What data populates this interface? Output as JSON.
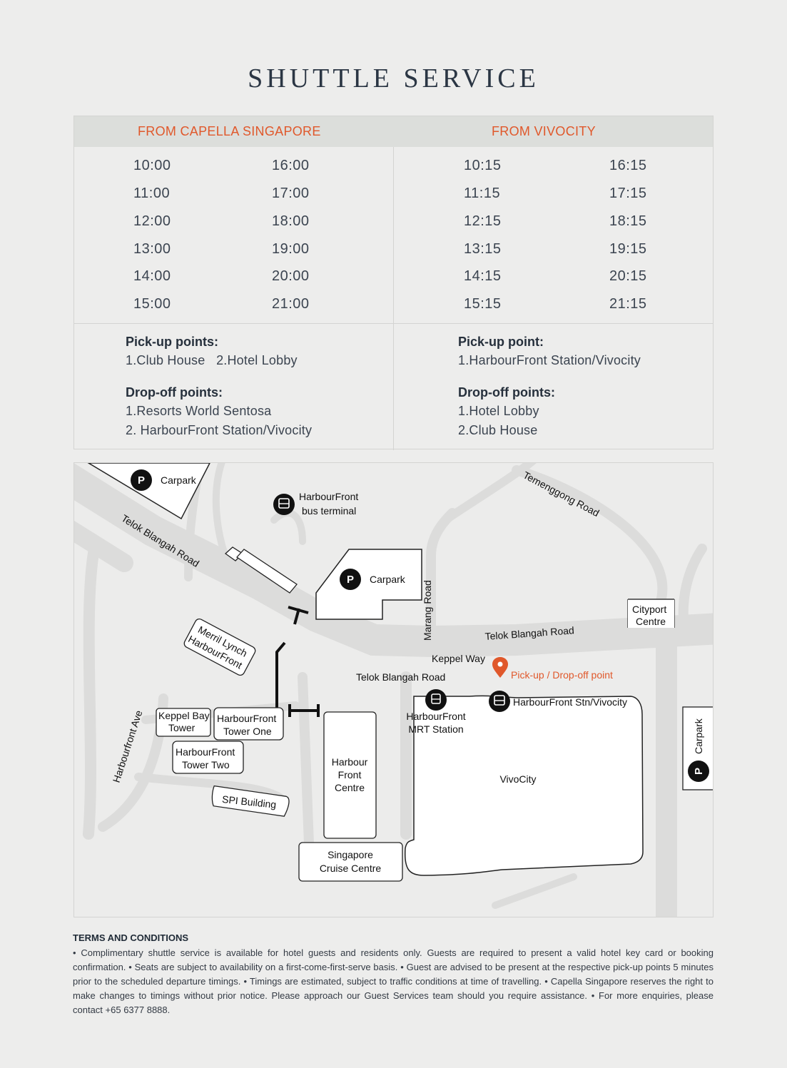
{
  "title": "SHUTTLE SERVICE",
  "schedule": {
    "left": {
      "header": "FROM CAPELLA SINGAPORE",
      "times_col1": [
        "10:00",
        "11:00",
        "12:00",
        "13:00",
        "14:00",
        "15:00"
      ],
      "times_col2": [
        "16:00",
        "17:00",
        "18:00",
        "19:00",
        "20:00",
        "21:00"
      ],
      "pickup_heading": "Pick-up points:",
      "pickup_lines": [
        "1.Club House   2.Hotel Lobby"
      ],
      "dropoff_heading": "Drop-off points:",
      "dropoff_lines": [
        "1.Resorts World Sentosa",
        "2. HarbourFront Station/Vivocity"
      ]
    },
    "right": {
      "header": "FROM VIVOCITY",
      "times_col1": [
        "10:15",
        "11:15",
        "12:15",
        "13:15",
        "14:15",
        "15:15"
      ],
      "times_col2": [
        "16:15",
        "17:15",
        "18:15",
        "19:15",
        "20:15",
        "21:15"
      ],
      "pickup_heading": "Pick-up point:",
      "pickup_lines": [
        "1.HarbourFront Station/Vivocity"
      ],
      "dropoff_heading": "Drop-off points:",
      "dropoff_lines": [
        "1.Hotel Lobby",
        "2.Club House"
      ]
    }
  },
  "map": {
    "carpark_label": "Carpark",
    "parking_symbol": "P",
    "bus_terminal": [
      "HarbourFront",
      "bus terminal"
    ],
    "roads": {
      "telok_blangah": "Telok Blangah Road",
      "temenggong": "Temenggong Road",
      "marang": "Marang Road",
      "keppel": "Keppel Way",
      "harbourfront_ave": "Harbourfront Ave"
    },
    "buildings": {
      "cityport": [
        "Cityport",
        "Centre"
      ],
      "merril": [
        "Merril Lynch",
        "HarbourFront"
      ],
      "keppel_bay": [
        "Keppel Bay",
        "Tower"
      ],
      "tower_one": [
        "HarbourFront",
        "Tower One"
      ],
      "tower_two": [
        "HarbourFront",
        "Tower Two"
      ],
      "spi": "SPI Building",
      "hfc": [
        "Harbour",
        "Front",
        "Centre"
      ],
      "cruise": [
        "Singapore",
        "Cruise Centre"
      ],
      "vivocity": "VivoCity",
      "mrt": [
        "HarbourFront",
        "MRT Station"
      ]
    },
    "pickup_label": "Pick-up / Drop-off point",
    "stn_label": "HarbourFront Stn/Vivocity",
    "accent_color": "#e0582b",
    "icons": [
      "parking-icon",
      "bus-icon",
      "train-icon",
      "location-pin-icon"
    ]
  },
  "terms": {
    "heading": "TERMS AND CONDITIONS",
    "text": "• Complimentary shuttle service is available for hotel guests and residents only. Guests are required to present a valid hotel key card or booking confirmation. • Seats are subject to availability on a first-come-first-serve basis. • Guest are advised to be present at the respective pick-up points 5 minutes prior to the scheduled departure timings. • Timings are estimated, subject to traffic conditions at time of travelling. • Capella Singapore reserves the right to make changes to timings without prior notice. Please approach our Guest Services team should you require assistance. • For more enquiries, please contact +65 6377 8888."
  }
}
